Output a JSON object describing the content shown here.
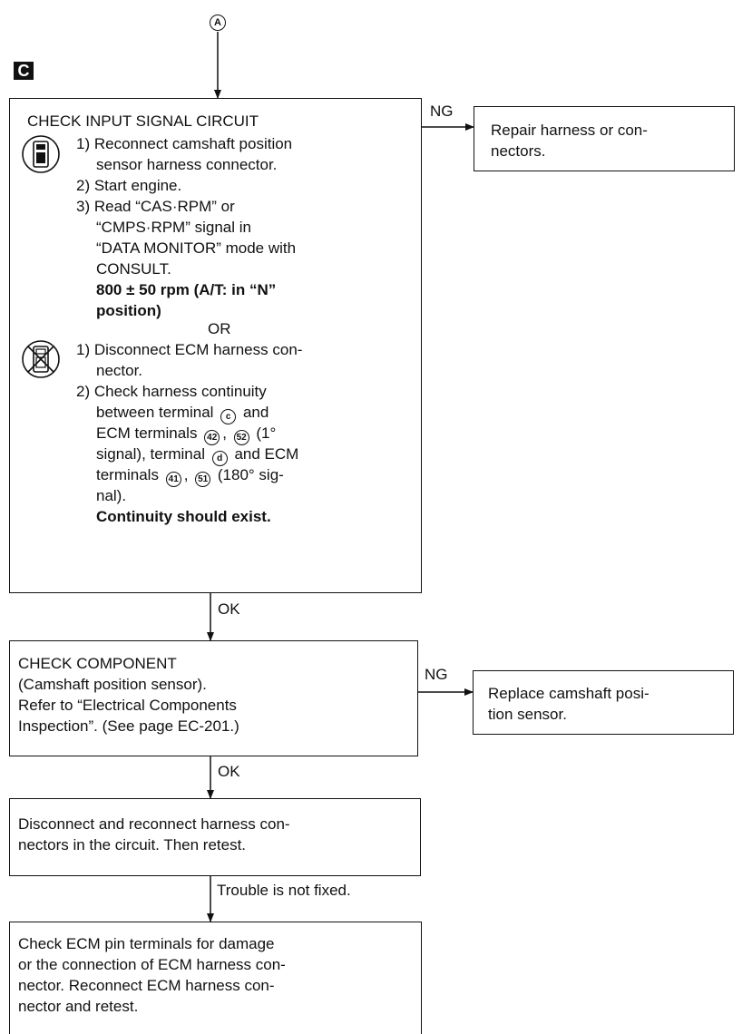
{
  "top_connector": "A",
  "section_label": "C",
  "step1": {
    "title": "CHECK INPUT SIGNAL CIRCUIT",
    "consult": {
      "l1": "1) Reconnect camshaft position",
      "l2": "sensor harness connector.",
      "l3": "2) Start engine.",
      "l4": "3) Read “CAS·RPM” or",
      "l5": "“CMPS·RPM” signal in",
      "l6": "“DATA MONITOR” mode with",
      "l7": "CONSULT.",
      "spec1": "800 ± 50 rpm (A/T: in “N”",
      "spec2": "position)"
    },
    "or_label": "OR",
    "manual": {
      "l1": "1) Disconnect ECM harness con-",
      "l2": "nector.",
      "l3": "2) Check harness continuity",
      "l4a": "between terminal",
      "term_c": "c",
      "l4b": "and",
      "l5a": "ECM terminals",
      "term_42": "42",
      "term_52": "52",
      "l5b": "(1°",
      "l6a": "signal), terminal",
      "term_d": "d",
      "l6b": "and ECM",
      "l7a": "terminals",
      "term_41": "41",
      "term_51": "51",
      "l7b": "(180° sig-",
      "l8": "nal).",
      "spec": "Continuity should exist."
    }
  },
  "ng1": {
    "label": "NG",
    "l1": "Repair harness or con-",
    "l2": "nectors."
  },
  "ok1": "OK",
  "step2": {
    "l1": "CHECK COMPONENT",
    "l2": "(Camshaft position sensor).",
    "l3": "Refer to “Electrical Components",
    "l4": "Inspection”. (See page EC-201.)"
  },
  "ng2": {
    "label": "NG",
    "l1": "Replace camshaft posi-",
    "l2": "tion sensor."
  },
  "ok2": "OK",
  "step3": {
    "l1": "Disconnect and reconnect harness con-",
    "l2": "nectors in the circuit. Then retest."
  },
  "trouble_label": "Trouble is not fixed.",
  "step4": {
    "l1": "Check ECM pin terminals for damage",
    "l2": "or the connection of ECM harness con-",
    "l3": "nector. Reconnect ECM harness con-",
    "l4": "nector and retest."
  }
}
